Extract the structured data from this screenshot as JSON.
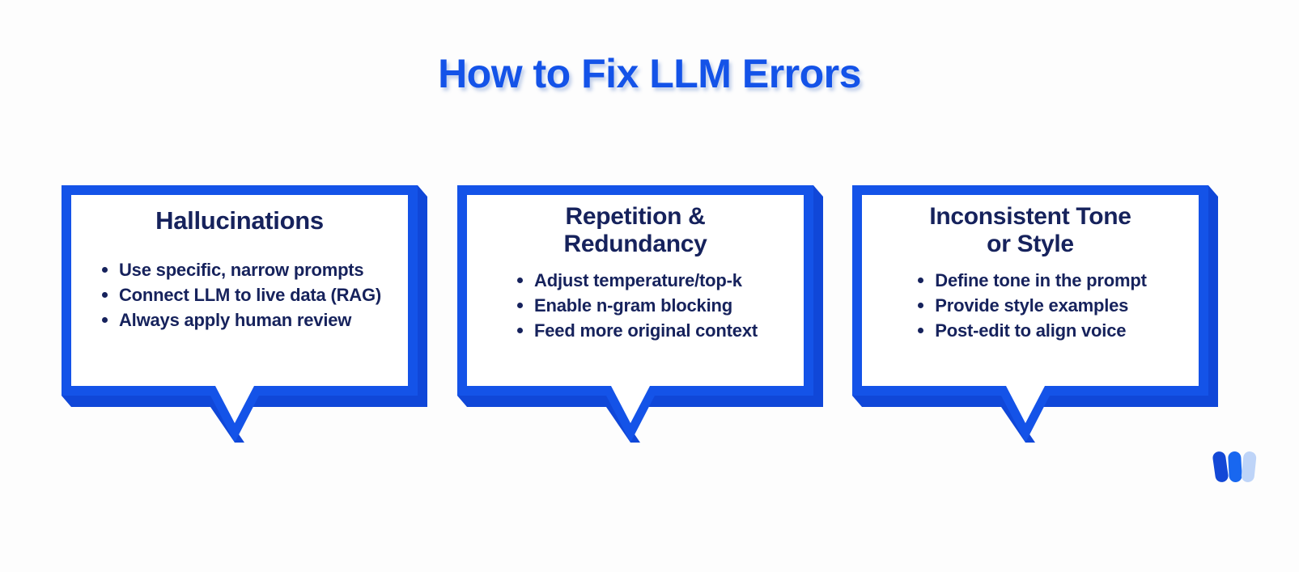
{
  "title": "How to Fix LLM Errors",
  "colors": {
    "background": "#fdfdfd",
    "title_blue": "#1453e8",
    "border_blue": "#1453e8",
    "text_navy": "#16225c",
    "logo_dark": "#1348d6",
    "logo_mid": "#1867f0",
    "logo_light": "#bed4f8"
  },
  "cards": [
    {
      "title": "Hallucinations",
      "title_lines": [
        "Hallucinations"
      ],
      "bullets": [
        "Use specific, narrow prompts",
        "Connect LLM to live data (RAG)",
        "Always apply human review"
      ]
    },
    {
      "title": "Repetition & Redundancy",
      "title_lines": [
        "Repetition &",
        "Redundancy"
      ],
      "bullets": [
        "Adjust temperature/top-k",
        "Enable n-gram blocking",
        "Feed more original context"
      ]
    },
    {
      "title": "Inconsistent Tone or Style",
      "title_lines": [
        "Inconsistent Tone",
        "or Style"
      ],
      "bullets": [
        "Define tone in the prompt",
        "Provide style examples",
        "Post-edit to align voice"
      ]
    }
  ],
  "logo": {
    "name": "w-logo"
  }
}
